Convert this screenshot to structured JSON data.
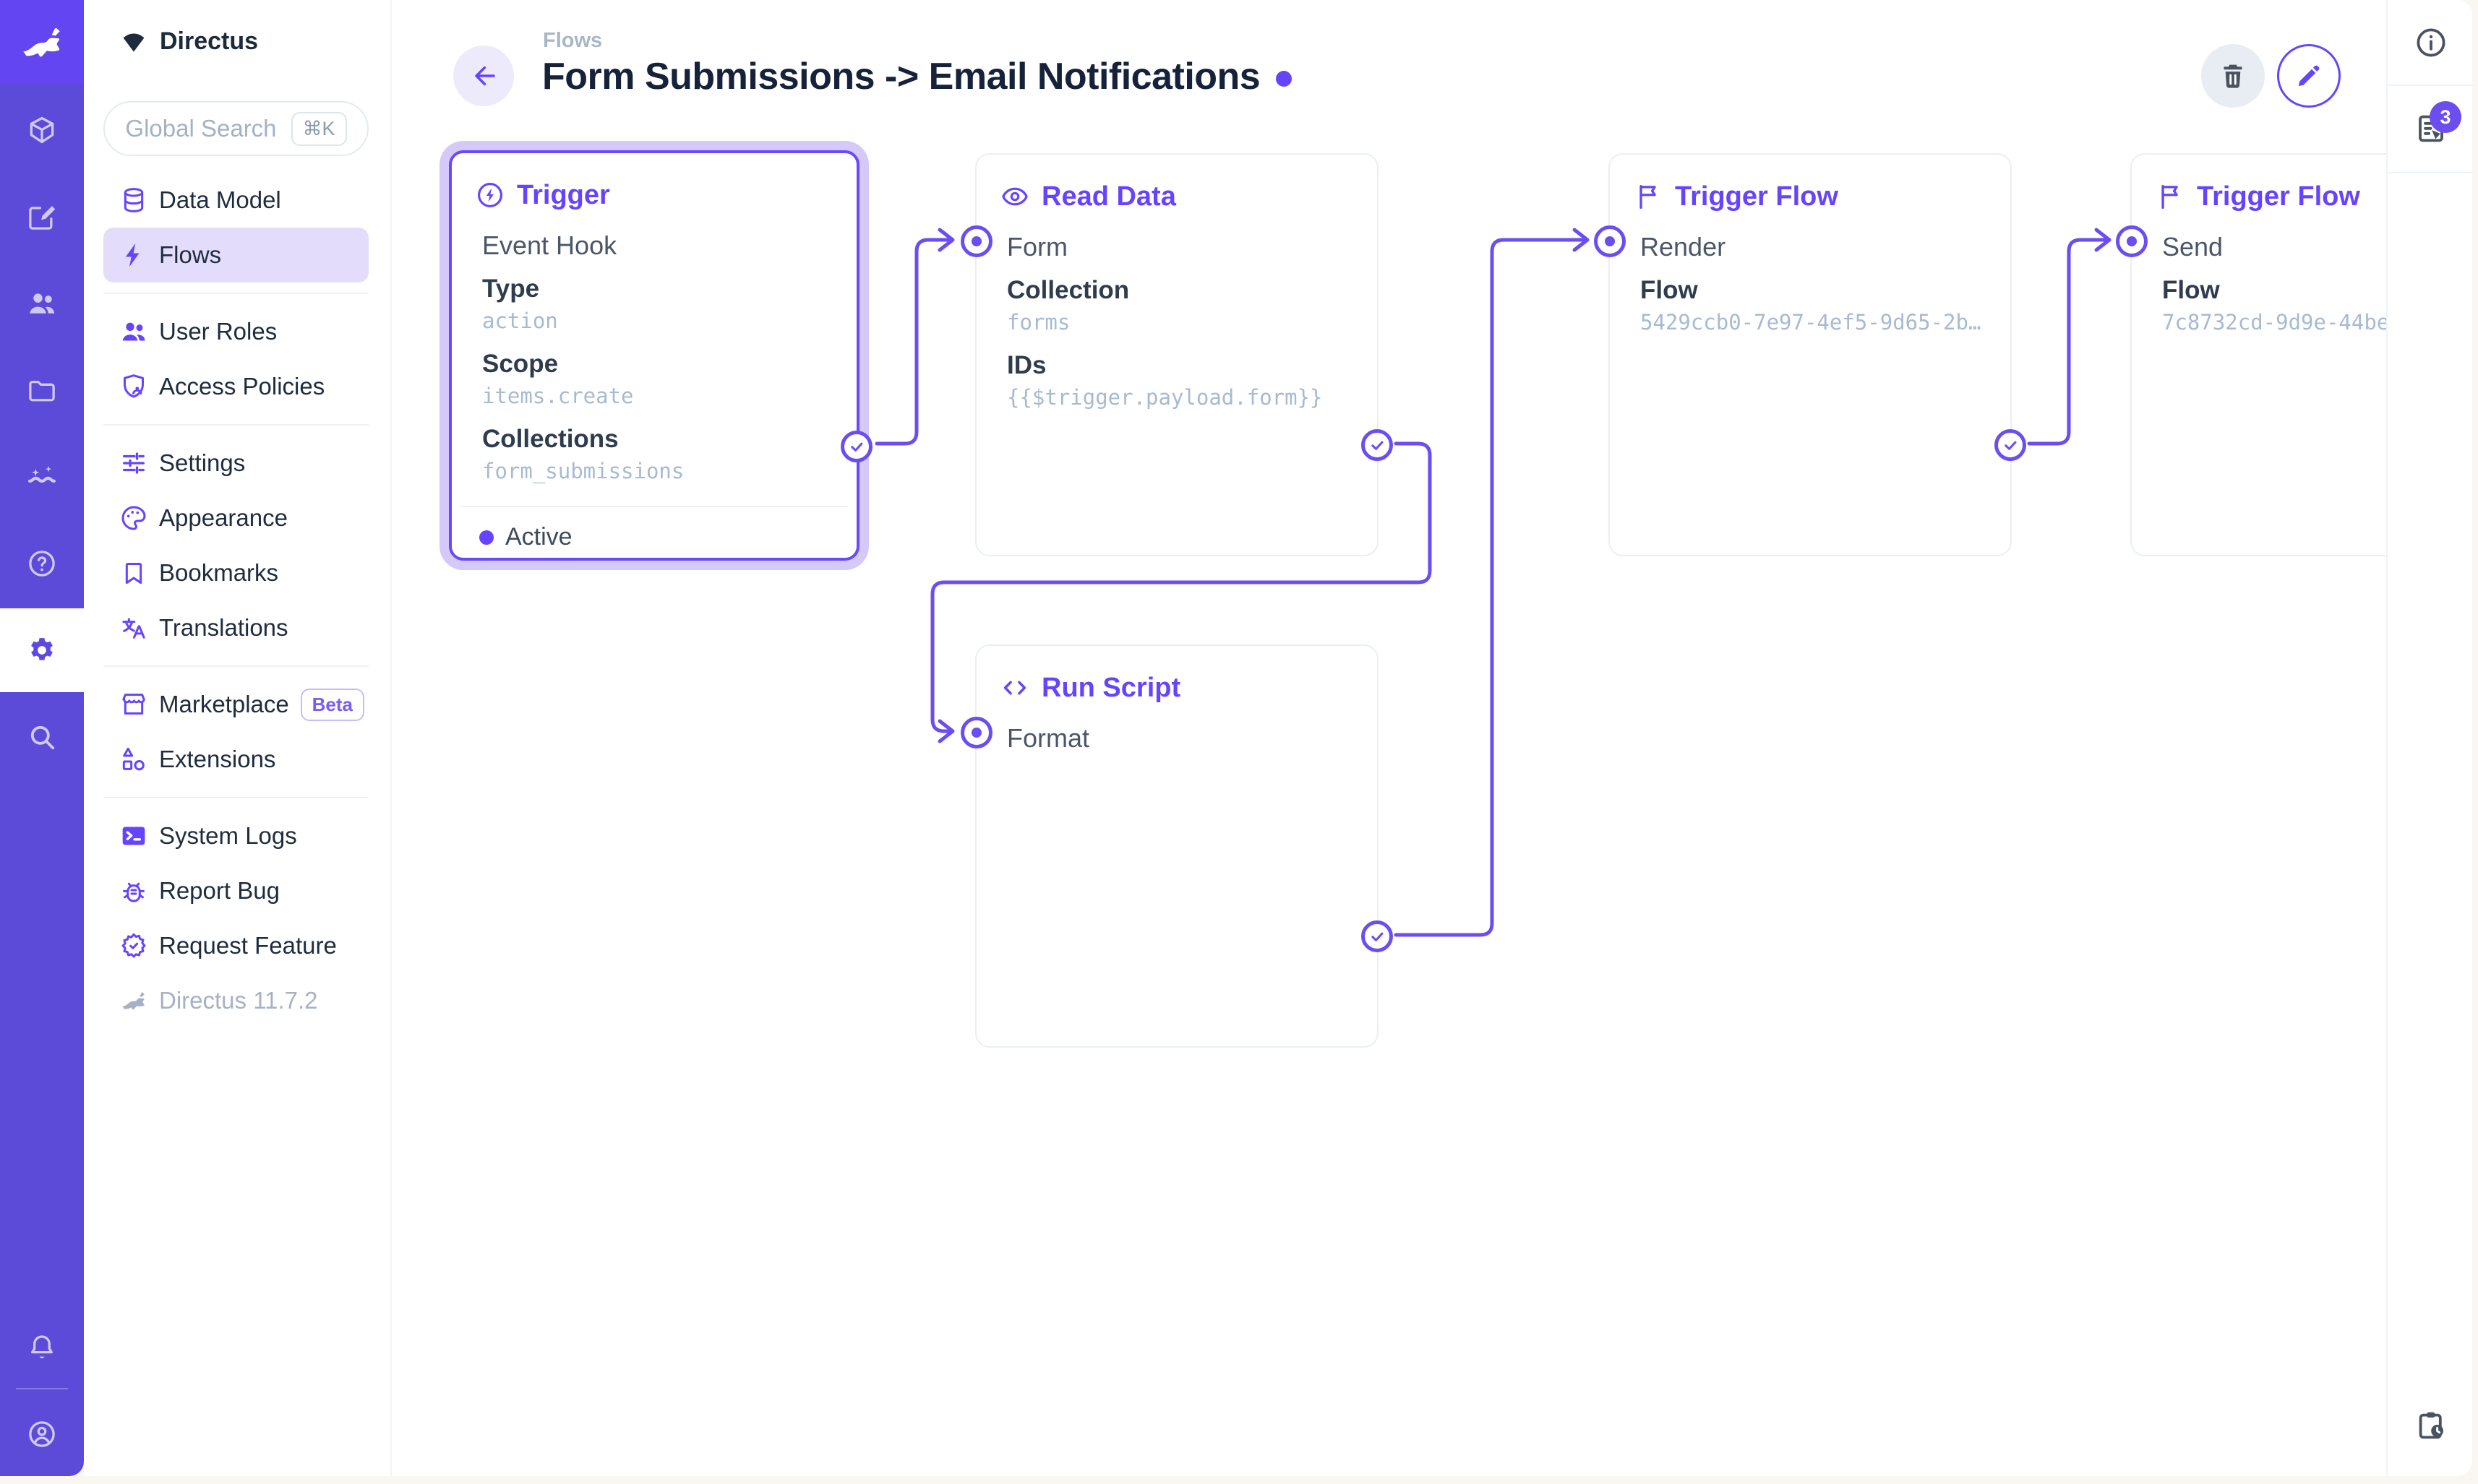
{
  "app": {
    "project_name": "Directus",
    "version_label": "Directus 11.7.2"
  },
  "module_bar": {
    "items": [
      {
        "name": "box-icon"
      },
      {
        "name": "edit-icon"
      },
      {
        "name": "people-icon"
      },
      {
        "name": "folder-icon"
      },
      {
        "name": "insights-icon"
      },
      {
        "name": "help-icon"
      },
      {
        "name": "settings-icon",
        "active": true
      },
      {
        "name": "search-icon"
      }
    ],
    "bottom": [
      {
        "name": "bell-icon"
      },
      {
        "name": "avatar-icon"
      }
    ]
  },
  "sidebar": {
    "search": {
      "placeholder": "Global Search",
      "shortcut": "⌘K"
    },
    "sections": [
      {
        "items": [
          {
            "label": "Data Model",
            "icon": "database-icon"
          },
          {
            "label": "Flows",
            "icon": "bolt-icon",
            "active": true
          }
        ]
      },
      {
        "items": [
          {
            "label": "User Roles",
            "icon": "users-icon"
          },
          {
            "label": "Access Policies",
            "icon": "shield-user-icon"
          }
        ]
      },
      {
        "items": [
          {
            "label": "Settings",
            "icon": "tune-icon"
          },
          {
            "label": "Appearance",
            "icon": "palette-icon"
          },
          {
            "label": "Bookmarks",
            "icon": "bookmark-icon"
          },
          {
            "label": "Translations",
            "icon": "translate-icon"
          }
        ]
      },
      {
        "items": [
          {
            "label": "Marketplace",
            "icon": "storefront-icon",
            "badge": "Beta"
          },
          {
            "label": "Extensions",
            "icon": "shapes-icon"
          }
        ]
      },
      {
        "items": [
          {
            "label": "System Logs",
            "icon": "terminal-icon"
          },
          {
            "label": "Report Bug",
            "icon": "bug-icon"
          },
          {
            "label": "Request Feature",
            "icon": "seal-check-icon"
          }
        ]
      }
    ]
  },
  "header": {
    "breadcrumb": "Flows",
    "title": "Form Submissions -> Email Notifications"
  },
  "right_sidebar": {
    "badge_count": "3"
  },
  "flow": {
    "panels": [
      {
        "id": "trigger",
        "title": "Trigger",
        "icon": "bolt-circle-icon",
        "selected": true,
        "operation": "Event Hook",
        "fields": [
          {
            "key": "Type",
            "value": "action"
          },
          {
            "key": "Scope",
            "value": "items.create"
          },
          {
            "key": "Collections",
            "value": "form_submissions"
          }
        ],
        "status": "Active",
        "has_input": false,
        "has_output": true
      },
      {
        "id": "read-data",
        "title": "Read Data",
        "icon": "eye-icon",
        "operation": "Form",
        "fields": [
          {
            "key": "Collection",
            "value": "forms"
          },
          {
            "key": "IDs",
            "value": "{{$trigger.payload.form}}"
          }
        ],
        "has_input": true,
        "has_output": true
      },
      {
        "id": "trigger-flow-render",
        "title": "Trigger Flow",
        "icon": "flag-icon",
        "operation": "Render",
        "fields": [
          {
            "key": "Flow",
            "value": "5429ccb0-7e97-4ef5-9d65-2b…"
          }
        ],
        "has_input": true,
        "has_output": true
      },
      {
        "id": "trigger-flow-send",
        "title": "Trigger Flow",
        "icon": "flag-icon",
        "operation": "Send",
        "fields": [
          {
            "key": "Flow",
            "value": "7c8732cd-9d9e-44be"
          }
        ],
        "has_input": true,
        "has_output": false
      },
      {
        "id": "run-script",
        "title": "Run Script",
        "icon": "code-icon",
        "operation": "Format",
        "fields": [],
        "has_input": true,
        "has_output": true
      }
    ]
  }
}
